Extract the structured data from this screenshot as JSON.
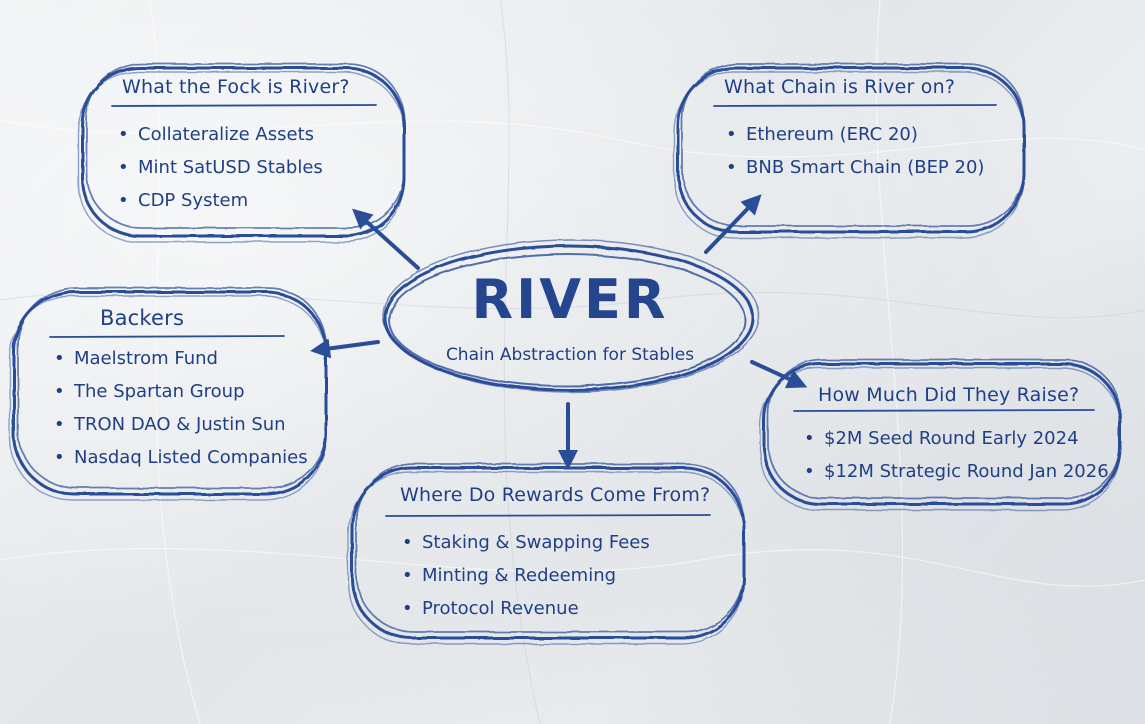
{
  "center": {
    "title": "RIVER",
    "subtitle": "Chain Abstraction for Stables"
  },
  "what_is": {
    "title": "What the Fock is River?",
    "items": [
      "Collateralize Assets",
      "Mint SatUSD Stables",
      "CDP System"
    ]
  },
  "chain": {
    "title": "What Chain is River on?",
    "items": [
      "Ethereum (ERC 20)",
      "BNB Smart Chain (BEP 20)"
    ]
  },
  "backers": {
    "title": "Backers",
    "items": [
      "Maelstrom Fund",
      "The Spartan Group",
      "TRON DAO & Justin Sun",
      "Nasdaq Listed Companies"
    ]
  },
  "raise": {
    "title": "How Much Did They Raise?",
    "items": [
      "$2M Seed Round Early 2024",
      "$12M Strategic Round Jan 2026"
    ]
  },
  "rewards": {
    "title": "Where Do Rewards Come From?",
    "items": [
      "Staking & Swapping Fees",
      "Minting & Redeeming",
      "Protocol Revenue"
    ]
  },
  "colors": {
    "ink": "#1f3f86",
    "paper": "#e7e9ec"
  }
}
